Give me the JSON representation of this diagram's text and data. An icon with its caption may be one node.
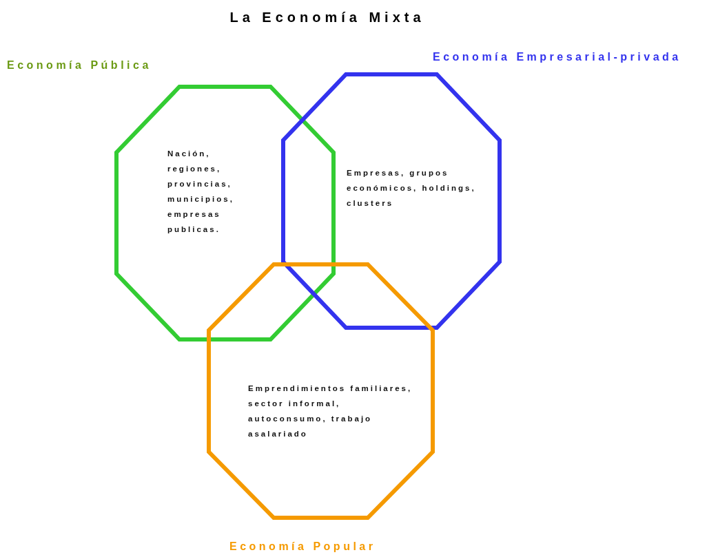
{
  "diagram": {
    "title": "La Economía Mixta",
    "nodes": [
      {
        "text": [
          "Economía Pública",
          "Nación, regiones, provincias, municipios, empresas publicas."
        ]
      },
      {
        "text": [
          "Economía Empresarial-privada",
          "Empresas, grupos económicos, holdings, clusters"
        ]
      },
      {
        "text": [
          "Emprendimientos familiares, sector informal, autoconsumo, trabajo asalariado",
          "Economía Popular"
        ]
      }
    ],
    "edges": []
  }
}
